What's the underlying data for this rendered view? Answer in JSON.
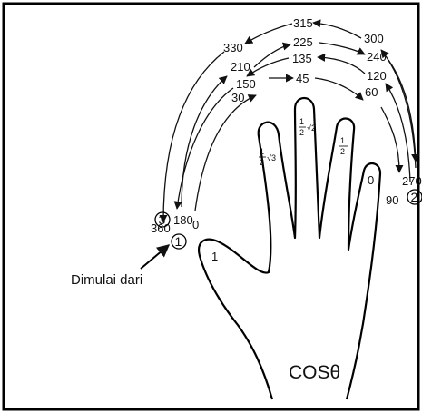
{
  "diagram": {
    "title": "COSθ",
    "start_caption": "Dimulai dari",
    "markers": {
      "one": "1",
      "two": "2",
      "three": "3"
    },
    "inner_arc_labels": {
      "d0": "0",
      "d30": "30",
      "d45": "45",
      "d60": "60",
      "d90": "90"
    },
    "middle_arc_labels": {
      "d180": "180",
      "d150": "150",
      "d135": "135",
      "d120": "120"
    },
    "outer_arc_labels": {
      "d210": "210",
      "d225": "225",
      "d240": "240",
      "d270": "270"
    },
    "outermost_arc_labels": {
      "d360": "360",
      "d330": "330",
      "d315": "315",
      "d300": "300"
    },
    "finger_values": {
      "thumb": "1",
      "index": {
        "numerator": "1",
        "denominator": "2",
        "radical": "√3"
      },
      "middle": {
        "numerator": "1",
        "denominator": "2",
        "radical": "√2"
      },
      "ring": {
        "numerator": "1",
        "denominator": "2"
      },
      "pinky": "0"
    }
  }
}
